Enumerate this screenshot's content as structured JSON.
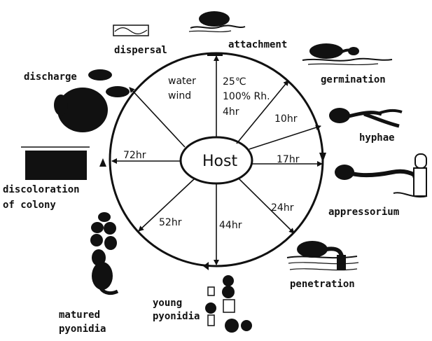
{
  "center": {
    "label": "Host"
  },
  "stages": {
    "attachment": "attachment",
    "germination": "germination",
    "hyphae": "hyphae",
    "appressorium": "appressorium",
    "penetration": "penetration",
    "young_pycnidia": [
      "young",
      "pyonidia"
    ],
    "matured_pycnidia": [
      "matured",
      "pyonidia"
    ],
    "discoloration": [
      "discoloration",
      "of colony"
    ],
    "discharge": "discharge",
    "dispersal": "dispersal"
  },
  "conditions": {
    "dispersal_agents": [
      "water",
      "wind"
    ],
    "infection": [
      "25℃",
      "100% Rh.",
      "4hr"
    ]
  },
  "times": {
    "t10": "10hr",
    "t17": "17hr",
    "t24": "24hr",
    "t44": "44hr",
    "t52": "52hr",
    "t72": "72hr"
  }
}
